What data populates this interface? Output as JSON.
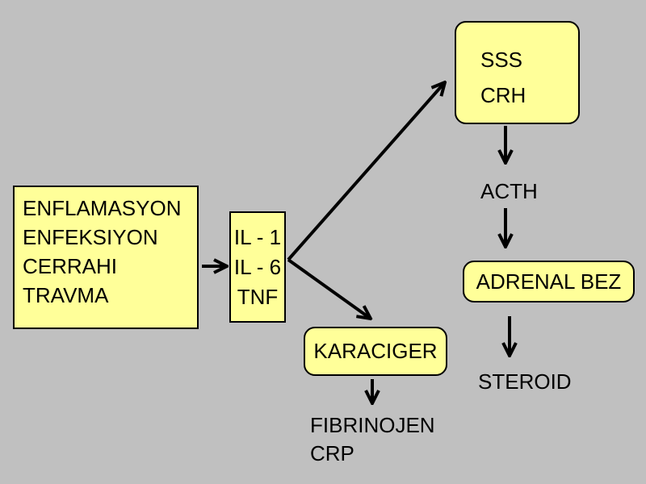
{
  "causes": {
    "lines": [
      "ENFLAMASYON",
      "ENFEKSIYON",
      "CERRAHI",
      "TRAVMA"
    ]
  },
  "cytokines": {
    "lines": [
      "IL - 1",
      "IL - 6",
      "TNF"
    ]
  },
  "brain": {
    "lines": [
      "SSS",
      "CRH"
    ]
  },
  "acth": "ACTH",
  "adrenal": "ADRENAL BEZ",
  "steroid": "STEROID",
  "liver": "KARACIGER",
  "liver_products": {
    "lines": [
      "FIBRINOJEN",
      "CRP"
    ]
  },
  "colors": {
    "background": "#c0c0c0",
    "box_fill": "#ffff99",
    "stroke": "#000000"
  }
}
